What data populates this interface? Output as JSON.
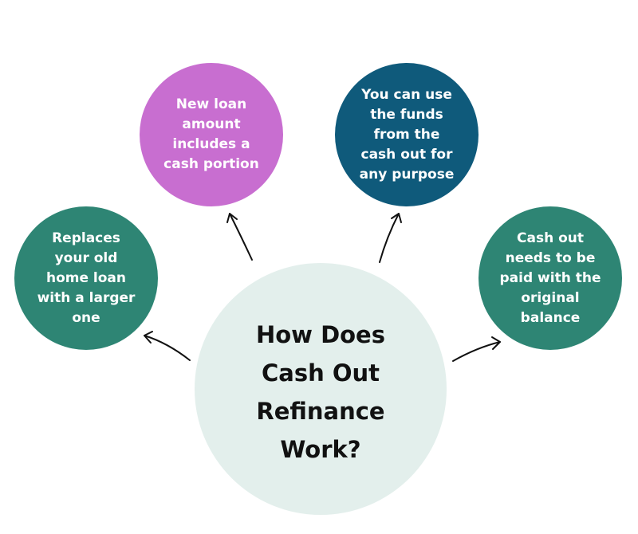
{
  "diagram": {
    "center": {
      "text": "How Does\nCash Out\nRefinance\nWork?",
      "color": "#e3efec"
    },
    "nodes": [
      {
        "id": "left",
        "text": "Replaces\nyour old\nhome loan\nwith a larger\none",
        "color": "#2e8574"
      },
      {
        "id": "top-left",
        "text": "New loan\namount\nincludes a\ncash portion",
        "color": "#c86ed0"
      },
      {
        "id": "top-right",
        "text": "You can use\nthe funds\nfrom the\ncash out for\nany purpose",
        "color": "#0f5a7b"
      },
      {
        "id": "right",
        "text": "Cash out\nneeds to be\npaid with the\noriginal\nbalance",
        "color": "#2e8574"
      }
    ],
    "arrow_color": "#111111"
  }
}
